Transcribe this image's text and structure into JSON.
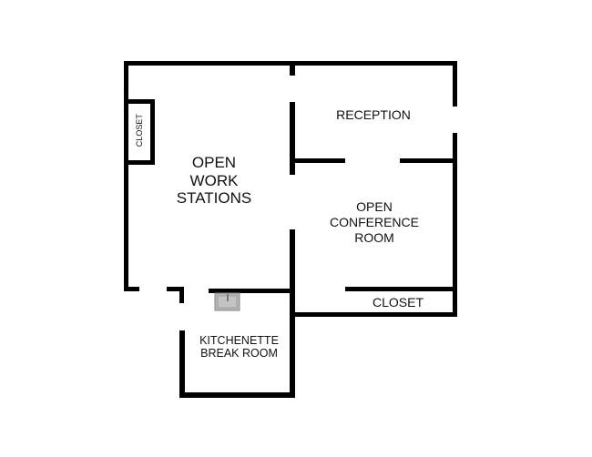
{
  "floor_plan": {
    "rooms": {
      "open_work_stations": "OPEN\nWORK\nSTATIONS",
      "reception": "RECEPTION",
      "open_conference_room": "OPEN\nCONFERENCE\nROOM",
      "closet_left": "CLOSET",
      "closet_right": "CLOSET",
      "kitchenette": "KITCHENETTE\nBREAK ROOM"
    },
    "colors": {
      "wall": "#000000",
      "sink": "#b5b5b5"
    }
  }
}
